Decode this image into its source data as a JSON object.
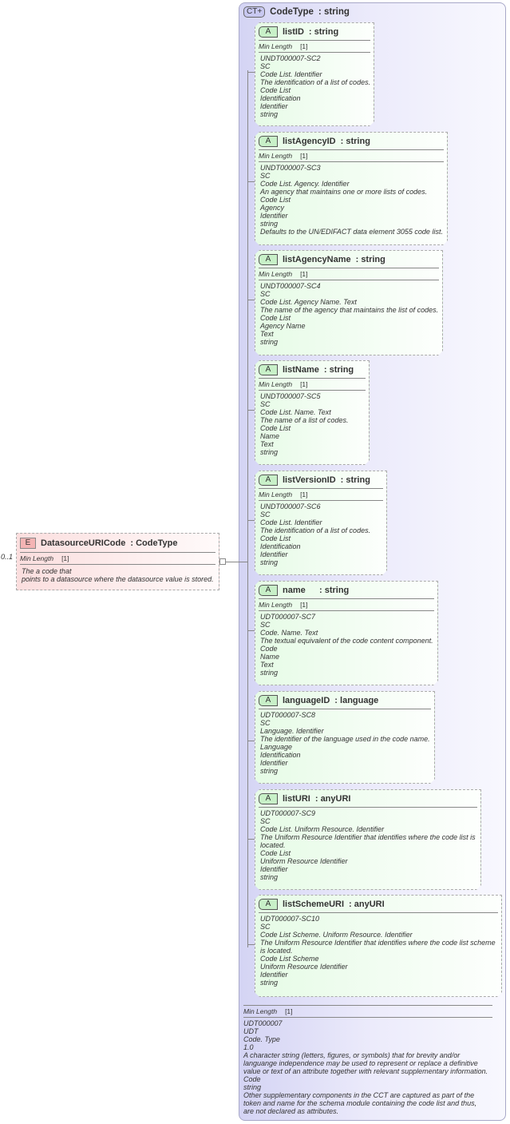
{
  "element": {
    "occurs": "0..1",
    "badge": "E",
    "name": "DatasourceURICode",
    "type": ": CodeType",
    "min_label": "Min Length",
    "min_value": "[1]",
    "lines": [
      "The a code that",
      "points to a datasource where the datasource value is stored."
    ]
  },
  "complex_type": {
    "badge": "CT+",
    "name": "CodeType",
    "type": ": string"
  },
  "attributes": [
    {
      "name": "listID",
      "type": ": string",
      "min": true,
      "lines": [
        "UNDT000007-SC2",
        "SC",
        "Code List. Identifier",
        "The identification of a list of codes.",
        "Code List",
        "Identification",
        "Identifier",
        "string"
      ]
    },
    {
      "name": "listAgencyID",
      "type": ": string",
      "min": true,
      "lines": [
        "UNDT000007-SC3",
        "SC",
        "Code List. Agency. Identifier",
        "An agency that maintains one or more lists of codes.",
        "Code List",
        "Agency",
        "Identifier",
        "string",
        "Defaults to the UN/EDIFACT data element 3055 code list."
      ]
    },
    {
      "name": "listAgencyName",
      "type": ": string",
      "min": true,
      "lines": [
        "UNDT000007-SC4",
        "SC",
        "Code List. Agency Name. Text",
        "The name of the agency that maintains the list of codes.",
        "Code List",
        "Agency Name",
        "Text",
        "string"
      ]
    },
    {
      "name": "listName",
      "type": ": string",
      "min": true,
      "lines": [
        "UNDT000007-SC5",
        "SC",
        "Code List. Name. Text",
        "The name of a list of codes.",
        "Code List",
        "Name",
        "Text",
        "string"
      ]
    },
    {
      "name": "listVersionID",
      "type": ": string",
      "min": true,
      "lines": [
        "UNDT000007-SC6",
        "SC",
        "Code List. Identifier",
        "The identification of a list of codes.",
        "Code List",
        "Identification",
        "Identifier",
        "string"
      ]
    },
    {
      "name": "name",
      "type": ": string",
      "min": true,
      "lines": [
        "UDT000007-SC7",
        "SC",
        "Code. Name. Text",
        "The textual equivalent of the code content component.",
        "Code",
        "Name",
        "Text",
        "string"
      ]
    },
    {
      "name": "languageID",
      "type": ": language",
      "min": false,
      "lines": [
        "UDT000007-SC8",
        "SC",
        "Language. Identifier",
        "The identifier of the language used in the code name.",
        "Language",
        "Identification",
        "Identifier",
        "string"
      ]
    },
    {
      "name": "listURI",
      "type": ": anyURI",
      "min": false,
      "lines": [
        "UDT000007-SC9",
        "SC",
        "Code List. Uniform Resource. Identifier",
        "The Uniform Resource Identifier that identifies where the code list is",
        "located.",
        "Code List",
        "Uniform Resource Identifier",
        "Identifier",
        "string"
      ]
    },
    {
      "name": "listSchemeURI",
      "type": ": anyURI",
      "min": false,
      "lines": [
        "UDT000007-SC10",
        "SC",
        "Code List Scheme. Uniform Resource. Identifier",
        "The Uniform Resource Identifier that identifies where the code list scheme",
        "is located.",
        "Code List Scheme",
        "Uniform Resource Identifier",
        "Identifier",
        "string"
      ]
    }
  ],
  "attr_badge": "A",
  "min_label": "Min Length",
  "min_value": "[1]",
  "footer": {
    "min_label": "Min Length",
    "min_value": "[1]",
    "lines": [
      "UDT000007",
      "UDT",
      "Code. Type",
      "1.0",
      "A character string (letters, figures, or symbols) that for brevity and/or",
      "languange independence may be used to represent or replace a definitive",
      "value or text of an attribute together with relevant supplementary information.",
      "Code",
      "string",
      "Other supplementary components in the CCT are captured as part of the",
      "token and name for the schema module containing the code list and thus,",
      "are not declared as attributes."
    ]
  }
}
